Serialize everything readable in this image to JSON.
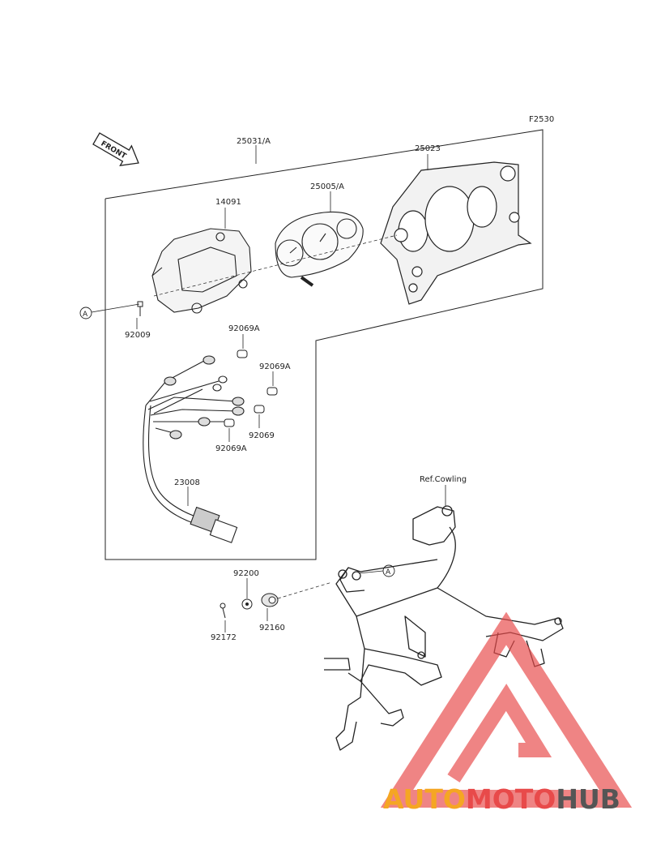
{
  "diagram": {
    "code": "F2530",
    "front_label": "FRONT",
    "parts": {
      "assy": "25031/A",
      "case": "25023",
      "meter": "25005/A",
      "cover": "14091",
      "screw_a": "92009",
      "bulb_1": "92069A",
      "bulb_2": "92069A",
      "bulb_3": "92069",
      "bulb_4": "92069A",
      "harness": "23008",
      "ref": "Ref.Cowling",
      "washer": "92200",
      "bolt": "92172",
      "grommet": "92160"
    },
    "ref_marker": "A"
  },
  "watermark": {
    "part1": "AUTO",
    "part2": "MOTO",
    "part3": "HUB",
    "colors": {
      "orange": "#f5a623",
      "red": "#e84a4a",
      "gray": "#555555"
    }
  }
}
